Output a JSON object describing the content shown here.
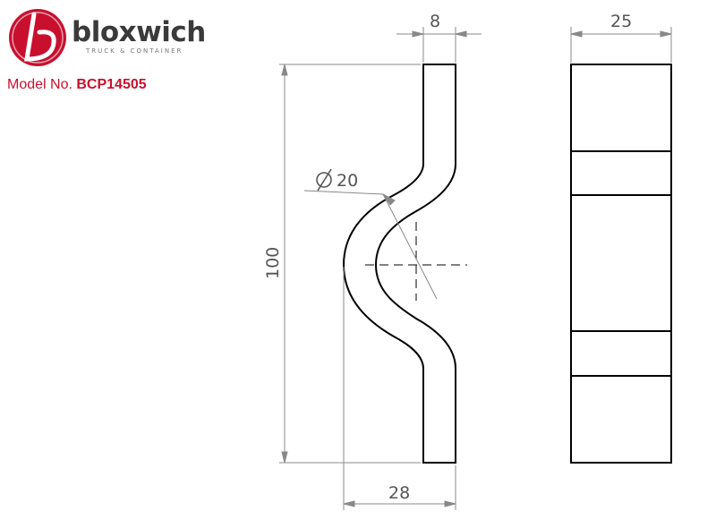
{
  "brand": {
    "name": "bloxwich",
    "tagline": "TRUCK & CONTAINER"
  },
  "model": {
    "label": "Model No.",
    "number": "BCP14505"
  },
  "dimensions": {
    "thickness": "8",
    "width": "25",
    "height": "100",
    "diameter": "20",
    "depth": "28"
  },
  "colors": {
    "brand_red": "#c8102e",
    "line": "#000000",
    "dimension_line": "#888888"
  }
}
